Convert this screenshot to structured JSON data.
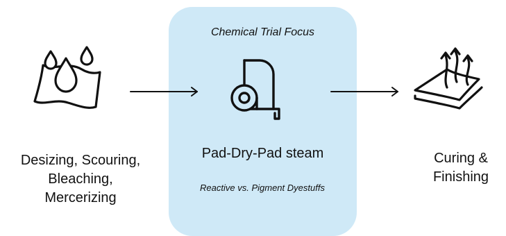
{
  "colors": {
    "panel_fill": "#cfe9f7",
    "ink": "#111111"
  },
  "steps": [
    {
      "id": "preparation",
      "label": "Desizing, Scouring, Bleaching, Mercerizing",
      "icon": "water-drops-on-fabric-icon"
    },
    {
      "id": "dyeing",
      "label": "Pad-Dry-Pad steam",
      "icon": "fabric-roll-icon"
    },
    {
      "id": "finishing",
      "label": "Curing & Finishing",
      "icon": "heated-fabric-layers-icon"
    }
  ],
  "focus_panel": {
    "title": "Chemical Trial Focus",
    "note": "Reactive vs. Pigment Dyestuffs"
  },
  "connectors": [
    {
      "from": "preparation",
      "to": "dyeing"
    },
    {
      "from": "dyeing",
      "to": "finishing"
    }
  ]
}
